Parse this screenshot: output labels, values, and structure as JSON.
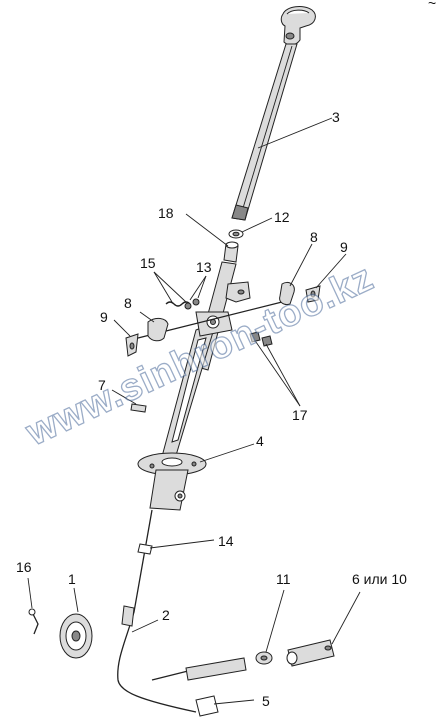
{
  "corner_mark": "~",
  "watermark": "www.sinhron-too.kz",
  "callouts": {
    "c1": "1",
    "c2": "2",
    "c3": "3",
    "c4": "4",
    "c5": "5",
    "c6": "6 или 10",
    "c7": "7",
    "c8a": "8",
    "c8b": "8",
    "c9a": "9",
    "c9b": "9",
    "c11": "11",
    "c12": "12",
    "c13": "13",
    "c14": "14",
    "c15": "15",
    "c16": "16",
    "c17": "17",
    "c18": "18"
  }
}
